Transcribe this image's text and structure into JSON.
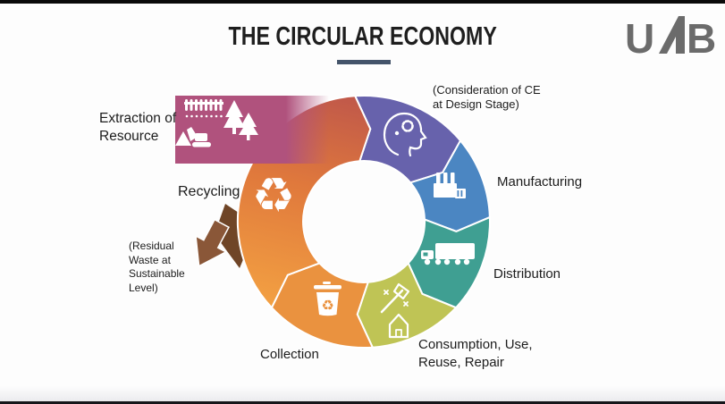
{
  "title": {
    "text": "THE CIRCULAR ECONOMY"
  },
  "logo": {
    "text": "UAB",
    "u": "U",
    "b": "B"
  },
  "labels": {
    "extraction": [
      "Extraction of",
      "Resource"
    ],
    "design_note": [
      "(Consideration of CE",
      "at Design Stage)"
    ],
    "manufacturing": "Manufacturing",
    "distribution": "Distribution",
    "consumption": [
      "Consumption, Use,",
      "Reuse, Repair"
    ],
    "collection": "Collection",
    "recycling": "Recycling",
    "residual_waste": [
      "(Residual",
      "Waste at",
      "Sustainable",
      "Level)"
    ]
  },
  "stages_order": [
    "Design",
    "Manufacturing",
    "Distribution",
    "Consumption/Use/Reuse/Repair",
    "Collection",
    "Recycling",
    "Extraction of Resource"
  ],
  "colors": {
    "design": "#6762ac",
    "manufacturing": "#4b86c2",
    "distribution": "#3f9f92",
    "consumption": "#bfc455",
    "collection": "#ea923f",
    "recycling_top": "#c0584a",
    "recycling_mid": "#e0793c",
    "recycling_bottom": "#f29f42",
    "extraction": "#b0527d",
    "arrow_brown": "#8a5738",
    "arrow_brown_dark": "#6f4527",
    "underline": "#44546a",
    "logo_gray": "#6b6b6b"
  },
  "icons": {
    "recycle_glyph": "♻",
    "bin_recycle_glyph": "♻"
  }
}
